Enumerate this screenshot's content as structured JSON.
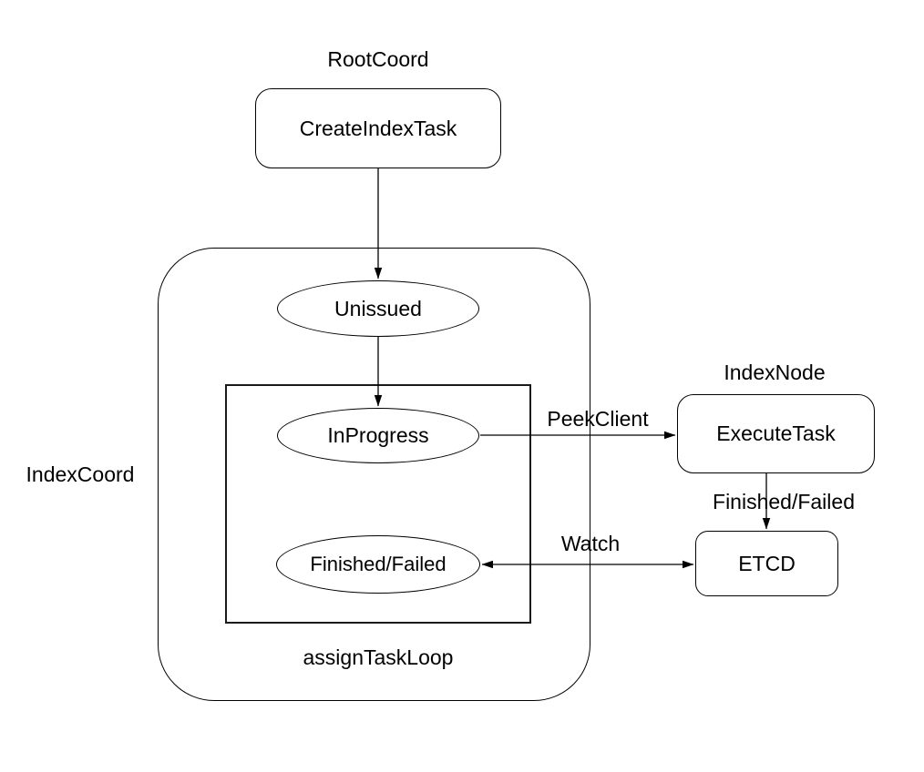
{
  "diagram": {
    "background_color": "#ffffff",
    "stroke_color": "#000000",
    "text_color": "#000000",
    "group_labels": {
      "root_coord": "RootCoord",
      "index_coord": "IndexCoord",
      "index_node": "IndexNode",
      "assign_task_loop": "assignTaskLoop"
    },
    "nodes": {
      "create_index_task": "CreateIndexTask",
      "unissued": "Unissued",
      "in_progress": "InProgress",
      "finished_failed": "Finished/Failed",
      "execute_task": "ExecuteTask",
      "etcd": "ETCD"
    },
    "edge_labels": {
      "peek_client": "PeekClient",
      "finished_failed": "Finished/Failed",
      "watch": "Watch"
    }
  }
}
